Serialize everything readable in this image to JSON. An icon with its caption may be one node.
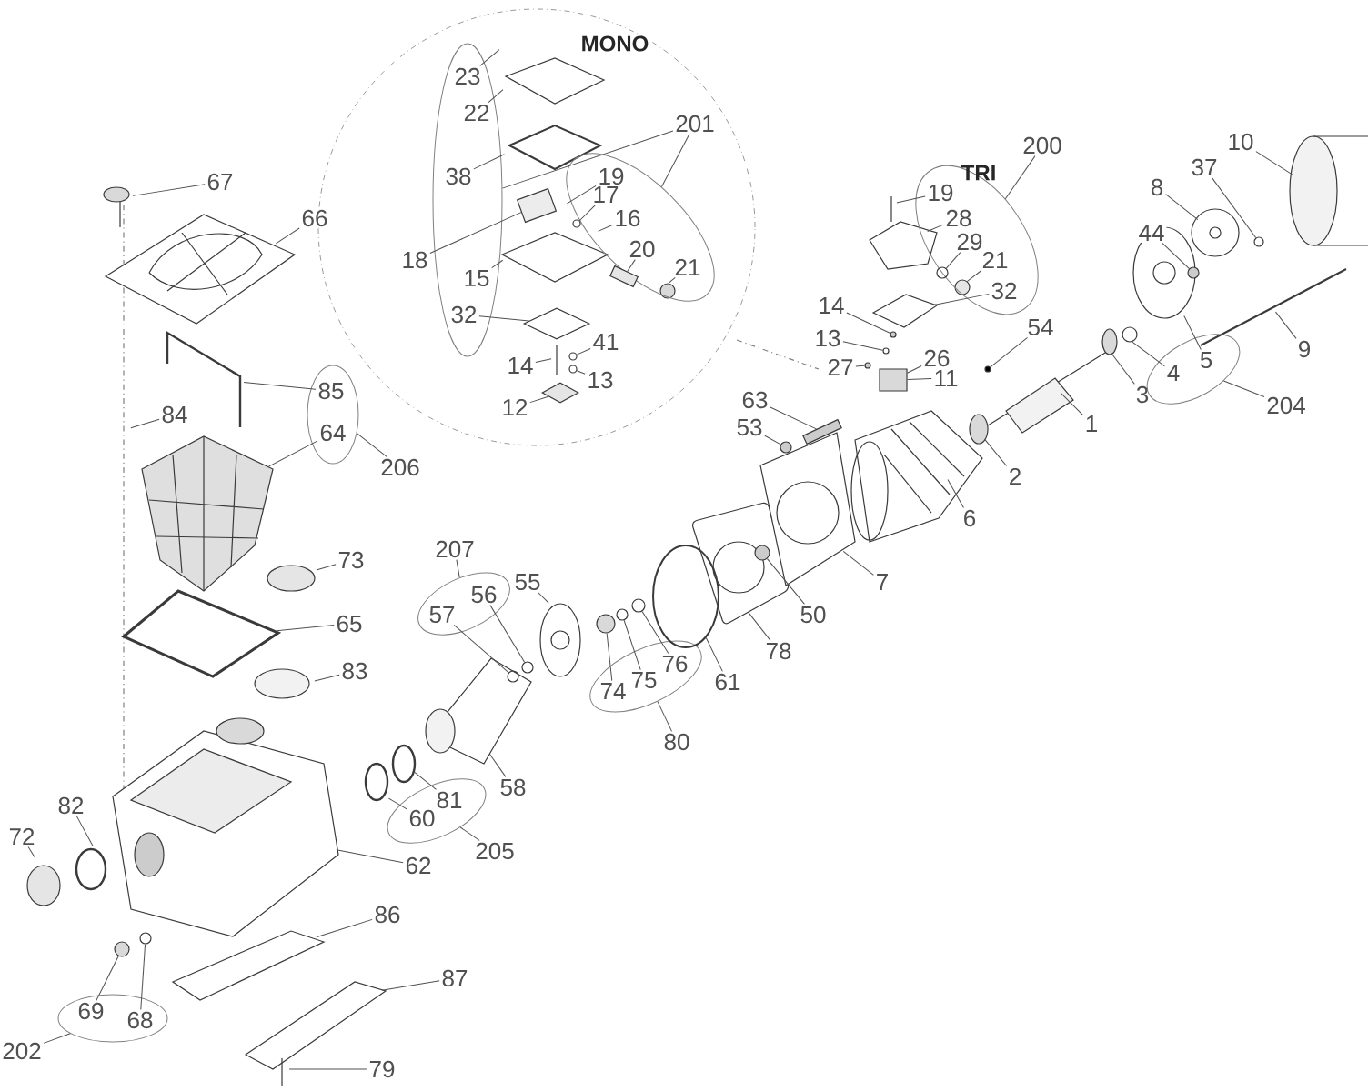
{
  "diagram": {
    "nodes": [
      {
        "text": [
          "MONO"
        ]
      },
      {
        "text": [],
        "shape": "ellipse",
        "in": 0
      },
      {
        "text": [],
        "shape": "ellipse",
        "in": 0
      },
      {
        "text": [
          "23"
        ],
        "in": 1
      },
      {
        "text": [
          "22"
        ],
        "in": 1
      },
      {
        "text": [
          "38"
        ],
        "in": 1
      },
      {
        "text": [
          "201"
        ],
        "in": 0
      },
      {
        "text": [
          "19"
        ],
        "in": 2
      },
      {
        "text": [
          "17"
        ],
        "in": 2
      },
      {
        "text": [
          "16"
        ],
        "in": 2
      },
      {
        "text": [
          "18"
        ],
        "in": 0
      },
      {
        "text": [
          "20"
        ],
        "in": 2
      },
      {
        "text": [
          "15"
        ],
        "in": 1
      },
      {
        "text": [
          "21"
        ],
        "in": 2
      },
      {
        "text": [
          "32"
        ],
        "in": 1
      },
      {
        "text": [
          "41"
        ],
        "in": 0
      },
      {
        "text": [
          "14"
        ],
        "in": 0
      },
      {
        "text": [
          "13"
        ],
        "in": 0
      },
      {
        "text": [
          "12"
        ],
        "in": 0
      },
      {
        "text": [],
        "shape": "ellipse"
      },
      {
        "text": [
          "200"
        ]
      },
      {
        "text": [
          "19"
        ],
        "in": 19
      },
      {
        "text": [
          "28"
        ],
        "in": 19
      },
      {
        "text": [
          "29"
        ],
        "in": 19
      },
      {
        "text": [
          "21"
        ],
        "in": 19
      },
      {
        "text": [
          "32"
        ],
        "in": 19
      },
      {
        "text": [
          "14"
        ]
      },
      {
        "text": [
          "13"
        ]
      },
      {
        "text": [
          "27"
        ]
      },
      {
        "text": [
          "26"
        ]
      },
      {
        "text": [
          "11"
        ]
      },
      {
        "text": [
          "10"
        ]
      },
      {
        "text": [
          "37"
        ]
      },
      {
        "text": [
          "8"
        ]
      },
      {
        "text": [
          "44"
        ]
      },
      {
        "text": [
          "54"
        ]
      },
      {
        "text": [
          "3"
        ]
      },
      {
        "text": [
          "1"
        ]
      },
      {
        "text": [],
        "shape": "ellipse"
      },
      {
        "text": [
          "4"
        ],
        "in": 38
      },
      {
        "text": [
          "5"
        ],
        "in": 38
      },
      {
        "text": [
          "9"
        ]
      },
      {
        "text": [
          "204"
        ]
      },
      {
        "text": [
          "63"
        ]
      },
      {
        "text": [
          "53"
        ]
      },
      {
        "text": [
          "2"
        ]
      },
      {
        "text": [
          "6"
        ]
      },
      {
        "text": [
          "7"
        ]
      },
      {
        "text": [
          "67"
        ]
      },
      {
        "text": [
          "66"
        ]
      },
      {
        "text": [],
        "shape": "ellipse"
      },
      {
        "text": [
          "85"
        ],
        "in": 50
      },
      {
        "text": [
          "64"
        ],
        "in": 50
      },
      {
        "text": [
          "84"
        ]
      },
      {
        "text": [
          "206"
        ]
      },
      {
        "text": [
          "207"
        ]
      },
      {
        "text": [],
        "shape": "ellipse"
      },
      {
        "text": [
          "56"
        ],
        "in": 56
      },
      {
        "text": [
          "57"
        ],
        "in": 56
      },
      {
        "text": [
          "55"
        ]
      },
      {
        "text": [
          "50"
        ]
      },
      {
        "text": [
          "78"
        ]
      },
      {
        "text": [],
        "shape": "ellipse"
      },
      {
        "text": [
          "76"
        ],
        "in": 62
      },
      {
        "text": [
          "75"
        ],
        "in": 62
      },
      {
        "text": [
          "74"
        ],
        "in": 62
      },
      {
        "text": [
          "61"
        ]
      },
      {
        "text": [
          "80"
        ]
      },
      {
        "text": [
          "73"
        ]
      },
      {
        "text": [
          "65"
        ]
      },
      {
        "text": [
          "83"
        ]
      },
      {
        "text": [],
        "shape": "ellipse"
      },
      {
        "text": [
          "81"
        ],
        "in": 71
      },
      {
        "text": [
          "60"
        ],
        "in": 71
      },
      {
        "text": [
          "58"
        ]
      },
      {
        "text": [
          "205"
        ]
      },
      {
        "text": [
          "82"
        ]
      },
      {
        "text": [
          "72"
        ]
      },
      {
        "text": [
          "62"
        ]
      },
      {
        "text": [
          "86"
        ]
      },
      {
        "text": [],
        "shape": "ellipse"
      },
      {
        "text": [
          "69"
        ],
        "in": 80
      },
      {
        "text": [
          "68"
        ],
        "in": 80
      },
      {
        "text": [
          "87"
        ]
      },
      {
        "text": [
          "202"
        ]
      },
      {
        "text": [
          "79"
        ]
      },
      {
        "text": [],
        "shape": "circle",
        "in": 2
      },
      {
        "text": [],
        "shape": "box",
        "in": 0
      },
      {
        "text": [],
        "shape": "box",
        "in": 0
      },
      {
        "text": [],
        "shape": "diamond",
        "in": 0
      },
      {
        "text": [],
        "shape": "circle",
        "in": 0
      },
      {
        "text": [],
        "shape": "circle",
        "in": 0
      },
      {
        "text": [],
        "shape": "diamond",
        "in": 0
      },
      {
        "text": [],
        "shape": "circle",
        "in": 19
      },
      {
        "text": [],
        "shape": "box"
      },
      {
        "text": [],
        "shape": "circle"
      },
      {
        "text": [],
        "shape": "circle"
      },
      {
        "text": [],
        "shape": "circle"
      },
      {
        "text": [],
        "shape": "circle"
      },
      {
        "text": [],
        "shape": "circle"
      },
      {
        "text": [],
        "shape": "circle"
      },
      {
        "text": [],
        "shape": "ellipse"
      },
      {
        "text": [],
        "shape": "ellipse"
      },
      {
        "text": [],
        "shape": "circle"
      },
      {
        "text": [],
        "shape": "circle"
      },
      {
        "text": [],
        "shape": "circle"
      },
      {
        "text": [],
        "shape": "circle"
      },
      {
        "text": [],
        "shape": "box"
      },
      {
        "text": [],
        "shape": "circle"
      },
      {
        "text": [],
        "shape": "circle"
      },
      {
        "text": [],
        "shape": "circle"
      },
      {
        "text": [],
        "shape": "circle"
      },
      {
        "text": [],
        "shape": "circle"
      }
    ],
    "edges": [
      {
        "from": 3,
        "to": null,
        "arrow": "none"
      },
      {
        "from": 4,
        "to": null,
        "arrow": "none"
      },
      {
        "from": 5,
        "to": null,
        "arrow": "none"
      },
      {
        "from": 6,
        "to": 1,
        "arrow": "none"
      },
      {
        "from": 6,
        "to": 2,
        "arrow": "none"
      },
      {
        "from": 7,
        "to": null,
        "arrow": "none"
      },
      {
        "from": 8,
        "to": 86,
        "arrow": "none"
      },
      {
        "from": 9,
        "to": null,
        "arrow": "none"
      },
      {
        "from": 10,
        "to": 87,
        "arrow": "none"
      },
      {
        "from": 11,
        "to": 88,
        "arrow": "none"
      },
      {
        "from": 12,
        "to": null,
        "arrow": "none"
      },
      {
        "from": 13,
        "to": null,
        "arrow": "none"
      },
      {
        "from": 14,
        "to": 89,
        "arrow": "none"
      },
      {
        "from": 15,
        "to": 90,
        "arrow": "none"
      },
      {
        "from": 16,
        "to": null,
        "arrow": "none"
      },
      {
        "from": 17,
        "to": 91,
        "arrow": "none"
      },
      {
        "from": 18,
        "to": 92,
        "arrow": "none"
      },
      {
        "from": 20,
        "to": 19,
        "arrow": "none"
      },
      {
        "from": 21,
        "to": null,
        "arrow": "none"
      },
      {
        "from": 22,
        "to": null,
        "arrow": "none"
      },
      {
        "from": 23,
        "to": 93,
        "arrow": "none"
      },
      {
        "from": 24,
        "to": null,
        "arrow": "none"
      },
      {
        "from": 25,
        "to": null,
        "arrow": "none"
      },
      {
        "from": 26,
        "to": 104,
        "arrow": "none"
      },
      {
        "from": 27,
        "to": 105,
        "arrow": "none"
      },
      {
        "from": 28,
        "to": 106,
        "arrow": "none"
      },
      {
        "from": 29,
        "to": 94,
        "arrow": "none"
      },
      {
        "from": 30,
        "to": 94,
        "arrow": "none"
      },
      {
        "from": 31,
        "to": null,
        "arrow": "none"
      },
      {
        "from": 32,
        "to": 95,
        "arrow": "none"
      },
      {
        "from": 33,
        "to": null,
        "arrow": "none"
      },
      {
        "from": 34,
        "to": 96,
        "arrow": "none"
      },
      {
        "from": 35,
        "to": 97,
        "arrow": "none"
      },
      {
        "from": 36,
        "to": null,
        "arrow": "none"
      },
      {
        "from": 37,
        "to": null,
        "arrow": "none"
      },
      {
        "from": 39,
        "to": null,
        "arrow": "none"
      },
      {
        "from": 40,
        "to": null,
        "arrow": "none"
      },
      {
        "from": 41,
        "to": null,
        "arrow": "none"
      },
      {
        "from": 42,
        "to": 38,
        "arrow": "none"
      },
      {
        "from": 43,
        "to": 107,
        "arrow": "none"
      },
      {
        "from": 44,
        "to": 98,
        "arrow": "none"
      },
      {
        "from": 45,
        "to": null,
        "arrow": "none"
      },
      {
        "from": 46,
        "to": null,
        "arrow": "none"
      },
      {
        "from": 47,
        "to": null,
        "arrow": "none"
      },
      {
        "from": 48,
        "to": null,
        "arrow": "none"
      },
      {
        "from": 49,
        "to": null,
        "arrow": "none"
      },
      {
        "from": 51,
        "to": null,
        "arrow": "none"
      },
      {
        "from": 52,
        "to": null,
        "arrow": "none"
      },
      {
        "from": 53,
        "to": null,
        "arrow": "none"
      },
      {
        "from": 54,
        "to": 50,
        "arrow": "none"
      },
      {
        "from": 55,
        "to": 56,
        "arrow": "none"
      },
      {
        "from": 57,
        "to": 99,
        "arrow": "none"
      },
      {
        "from": 58,
        "to": 100,
        "arrow": "none"
      },
      {
        "from": 59,
        "to": null,
        "arrow": "none"
      },
      {
        "from": 60,
        "to": 103,
        "arrow": "none"
      },
      {
        "from": 61,
        "to": null,
        "arrow": "none"
      },
      {
        "from": 63,
        "to": 110,
        "arrow": "none"
      },
      {
        "from": 64,
        "to": 109,
        "arrow": "none"
      },
      {
        "from": 65,
        "to": 108,
        "arrow": "none"
      },
      {
        "from": 66,
        "to": 101,
        "arrow": "none"
      },
      {
        "from": 67,
        "to": 62,
        "arrow": "none"
      },
      {
        "from": 68,
        "to": null,
        "arrow": "none"
      },
      {
        "from": 69,
        "to": null,
        "arrow": "none"
      },
      {
        "from": 70,
        "to": null,
        "arrow": "none"
      },
      {
        "from": 72,
        "to": 102,
        "arrow": "none"
      },
      {
        "from": 73,
        "to": null,
        "arrow": "none"
      },
      {
        "from": 74,
        "to": null,
        "arrow": "none"
      },
      {
        "from": 75,
        "to": 71,
        "arrow": "none"
      },
      {
        "from": 76,
        "to": null,
        "arrow": "none"
      },
      {
        "from": 77,
        "to": null,
        "arrow": "none"
      },
      {
        "from": 78,
        "to": null,
        "arrow": "none"
      },
      {
        "from": 79,
        "to": null,
        "arrow": "none"
      },
      {
        "from": 81,
        "to": 112,
        "arrow": "none"
      },
      {
        "from": 82,
        "to": 111,
        "arrow": "none"
      },
      {
        "from": 83,
        "to": null,
        "arrow": "none"
      },
      {
        "from": 84,
        "to": 80,
        "arrow": "none"
      },
      {
        "from": 85,
        "to": null,
        "arrow": "none"
      }
    ],
    "labels": [
      "TRI"
    ]
  }
}
